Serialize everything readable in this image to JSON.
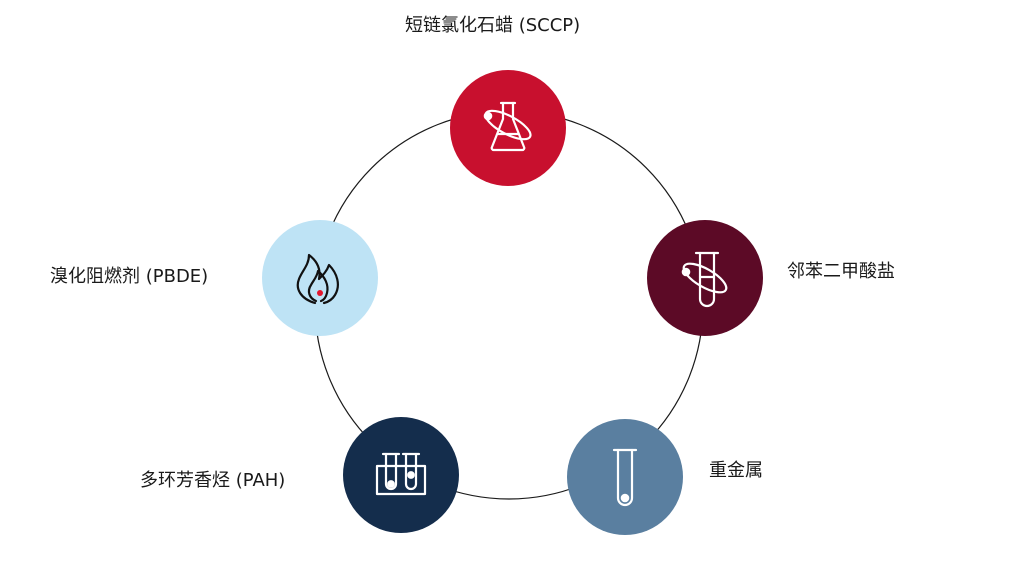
{
  "diagram": {
    "title": "",
    "items": [
      {
        "id": "sccp",
        "label": "短链氯化石蜡 (SCCP)",
        "icon": "flask-atom-icon",
        "color": "#c8102e",
        "icon_color": "#ffffff"
      },
      {
        "id": "phthalates",
        "label": "邻苯二甲酸盐",
        "icon": "test-tube-atom-icon",
        "color": "#5c0a26",
        "icon_color": "#ffffff"
      },
      {
        "id": "heavy-metals",
        "label": "重金属",
        "icon": "test-tube-icon",
        "color": "#5a7fa0",
        "icon_color": "#ffffff"
      },
      {
        "id": "pah",
        "label": "多环芳香烃 (PAH)",
        "icon": "test-tube-rack-icon",
        "color": "#142d4c",
        "icon_color": "#ffffff"
      },
      {
        "id": "pbde",
        "label": "溴化阻燃剂 (PBDE)",
        "icon": "flame-icon",
        "color": "#bee3f5",
        "icon_color": "#111111",
        "accent": "#e3172d"
      }
    ],
    "ring_color": "#1a1a1a"
  }
}
